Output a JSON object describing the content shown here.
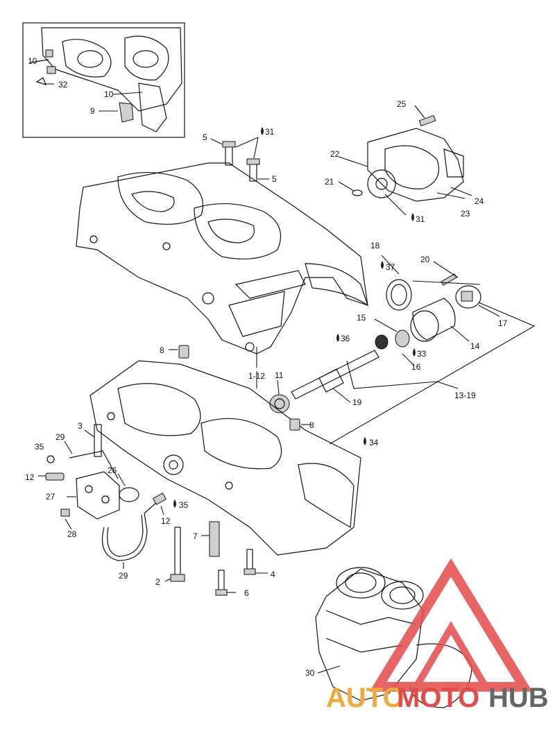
{
  "callouts": [
    {
      "id": "c10a",
      "text": "10"
    },
    {
      "id": "c32",
      "text": "32"
    },
    {
      "id": "c10b",
      "text": "10"
    },
    {
      "id": "c9",
      "text": "9"
    },
    {
      "id": "c25",
      "text": "25"
    },
    {
      "id": "c5a",
      "text": "5"
    },
    {
      "id": "c31a",
      "text": "31"
    },
    {
      "id": "c5b",
      "text": "5"
    },
    {
      "id": "c22",
      "text": "22"
    },
    {
      "id": "c21",
      "text": "21"
    },
    {
      "id": "c24",
      "text": "24"
    },
    {
      "id": "c23",
      "text": "23"
    },
    {
      "id": "c31b",
      "text": "31"
    },
    {
      "id": "c18",
      "text": "18"
    },
    {
      "id": "c37",
      "text": "37"
    },
    {
      "id": "c20",
      "text": "20"
    },
    {
      "id": "c17",
      "text": "17"
    },
    {
      "id": "c15",
      "text": "15"
    },
    {
      "id": "c36",
      "text": "36"
    },
    {
      "id": "c14",
      "text": "14"
    },
    {
      "id": "c33",
      "text": "33"
    },
    {
      "id": "c16",
      "text": "16"
    },
    {
      "id": "c8a",
      "text": "8"
    },
    {
      "id": "c1-12",
      "text": "1-12"
    },
    {
      "id": "c11",
      "text": "11"
    },
    {
      "id": "c13-19",
      "text": "13-19"
    },
    {
      "id": "c19",
      "text": "19"
    },
    {
      "id": "c8b",
      "text": "8"
    },
    {
      "id": "c3",
      "text": "3"
    },
    {
      "id": "c29a",
      "text": "29"
    },
    {
      "id": "c35a",
      "text": "35"
    },
    {
      "id": "c34",
      "text": "34"
    },
    {
      "id": "c12a",
      "text": "12"
    },
    {
      "id": "c26",
      "text": "26"
    },
    {
      "id": "c27",
      "text": "27"
    },
    {
      "id": "c12b",
      "text": "12"
    },
    {
      "id": "c35b",
      "text": "35"
    },
    {
      "id": "c28",
      "text": "28"
    },
    {
      "id": "c7",
      "text": "7"
    },
    {
      "id": "c29b",
      "text": "29"
    },
    {
      "id": "c4",
      "text": "4"
    },
    {
      "id": "c2",
      "text": "2"
    },
    {
      "id": "c6",
      "text": "6"
    },
    {
      "id": "c30",
      "text": "30"
    }
  ],
  "watermark": {
    "auto": "AUTO",
    "moto": "MOTO",
    "hub": "HUB",
    "colors": {
      "auto": "#f2a93b",
      "moto": "#e34b4b",
      "hub": "#666666",
      "logo": "#e34b4b"
    }
  }
}
